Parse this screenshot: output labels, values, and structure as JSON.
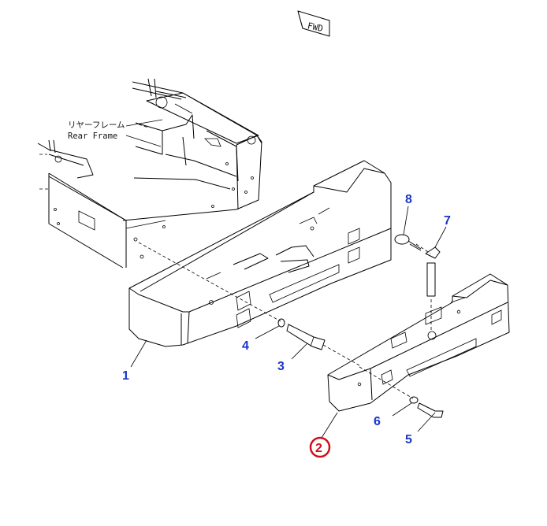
{
  "frame_label": {
    "jp": "リヤーフレーム",
    "en": "Rear Frame"
  },
  "fwd_label": "FWD",
  "parts": [
    {
      "id": "1",
      "callout": "1"
    },
    {
      "id": "2",
      "callout": "2",
      "highlighted": true
    },
    {
      "id": "3",
      "callout": "3"
    },
    {
      "id": "4",
      "callout": "4"
    },
    {
      "id": "5",
      "callout": "5"
    },
    {
      "id": "6",
      "callout": "6"
    },
    {
      "id": "7",
      "callout": "7"
    },
    {
      "id": "8",
      "callout": "8"
    }
  ],
  "colors": {
    "callout": "#1b35c7",
    "highlight_ring": "#d0101a",
    "line": "#000000"
  }
}
